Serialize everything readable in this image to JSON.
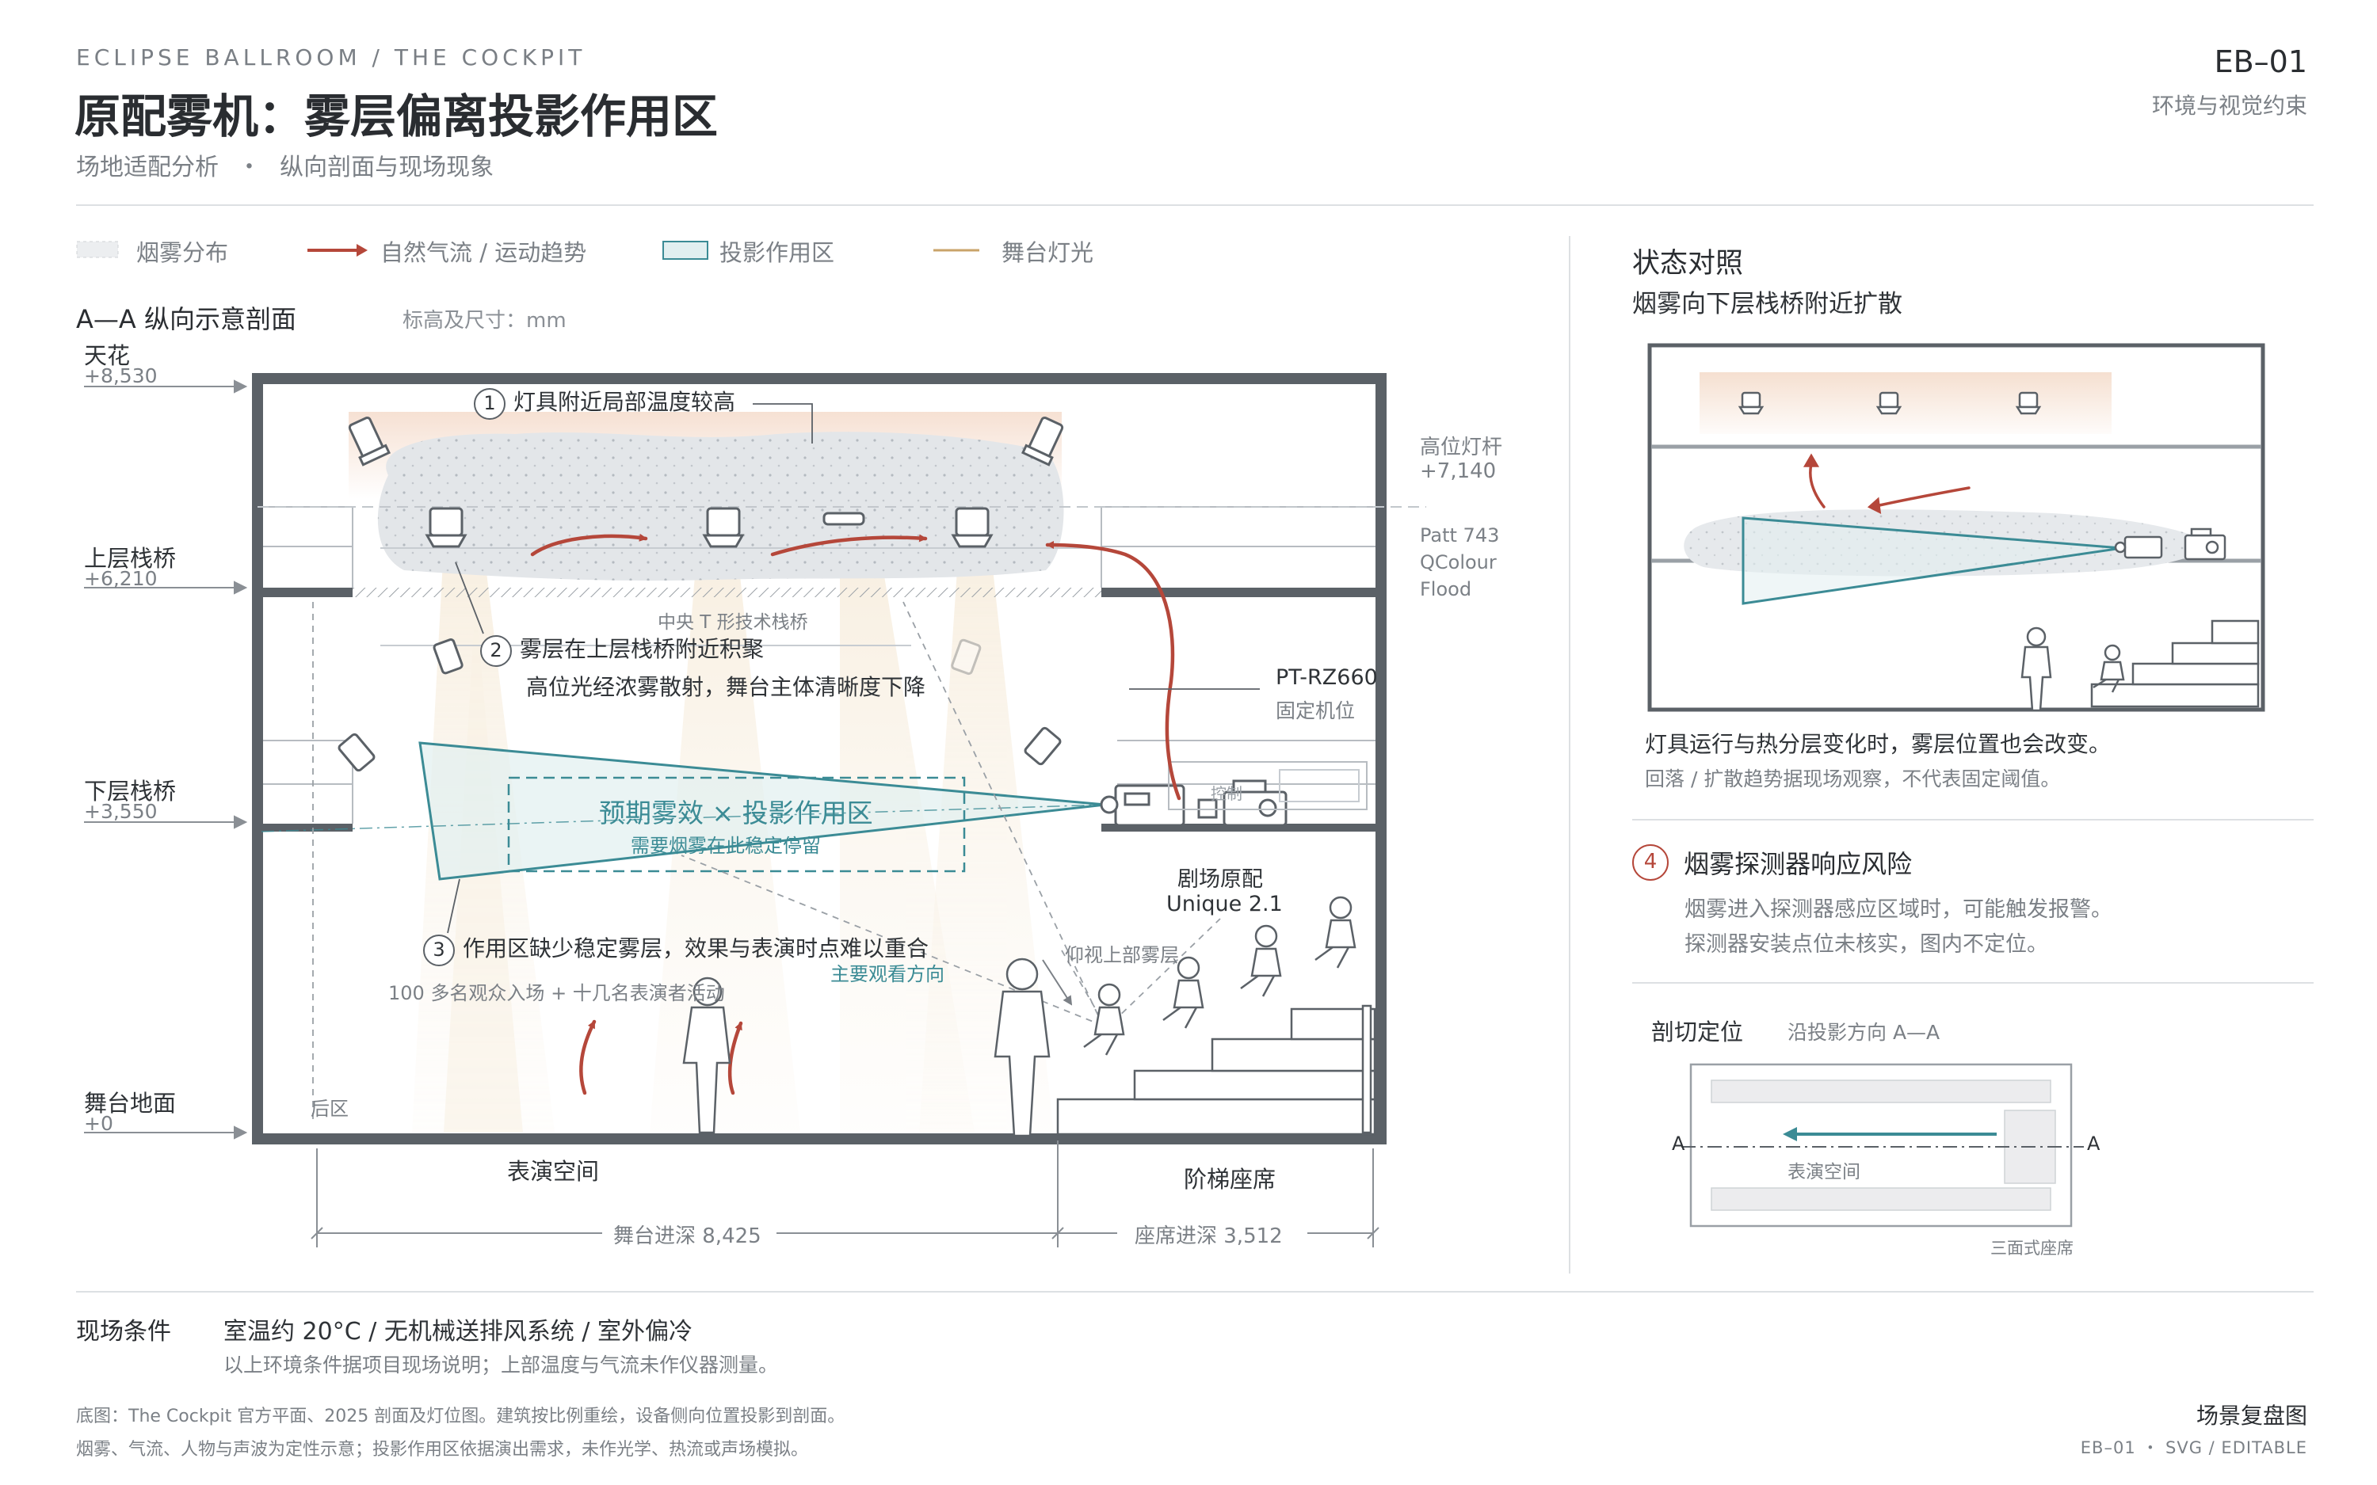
{
  "header": {
    "eyebrow": "ECLIPSE BALLROOM / THE COCKPIT",
    "title": "原配雾机：雾层偏离投影作用区",
    "subtitle_a": "场地适配分析",
    "subtitle_sep": "・",
    "subtitle_b": "纵向剖面与现场现象",
    "code": "EB–01",
    "category": "环境与视觉约束"
  },
  "legend": {
    "items": [
      {
        "icon": "smoke-swatch-icon",
        "label": "烟雾分布"
      },
      {
        "icon": "airflow-arrow-icon",
        "label": "自然气流 / 运动趋势"
      },
      {
        "icon": "projection-zone-swatch-icon",
        "label": "投影作用区"
      },
      {
        "icon": "stage-light-line-icon",
        "label": "舞台灯光"
      }
    ]
  },
  "section": {
    "title": "A—A 纵向示意剖面",
    "unit_note": "标高及尺寸：mm",
    "levels": [
      {
        "name": "天花",
        "value": "+8,530"
      },
      {
        "name": "上层栈桥",
        "value": "+6,210"
      },
      {
        "name": "下层栈桥",
        "value": "+3,550"
      },
      {
        "name": "舞台地面",
        "value": "+0"
      }
    ],
    "right_labels": {
      "pipe_name": "高位灯杆",
      "pipe_value": "+7,140",
      "fixture_1": "Patt 743",
      "fixture_2": "QColour",
      "fixture_3": "Flood",
      "projector_model": "PT-RZ660",
      "projector_note": "固定机位",
      "fogger_name": "剧场原配",
      "fogger_model": "Unique 2.1",
      "fogger_tag": "控制"
    },
    "callouts": [
      {
        "num": "1",
        "text": "灯具附近局部温度较高"
      },
      {
        "num": "2",
        "text": "雾层在上层栈桥附近积聚",
        "detail": "高位光经浓雾散射，舞台主体清晰度下降"
      },
      {
        "num": "3",
        "text": "作用区缺少稳定雾层，效果与表演时点难以重合"
      }
    ],
    "labels": {
      "tbridge": "中央 T 形技术栈桥",
      "zone_title": "预期雾效 × 投影作用区",
      "zone_sub": "需要烟雾在此稳定停留",
      "view_dir": "主要观看方向",
      "look_up": "仰视上部雾层",
      "crowd": "100 多名观众入场 + 十几名表演者活动",
      "back_area": "后区",
      "perf_space": "表演空间",
      "seating": "阶梯座席",
      "stage_depth": "舞台进深 8,425",
      "seat_depth": "座席进深 3,512"
    }
  },
  "right_panel": {
    "title": "状态对照",
    "subtitle": "烟雾向下层栈桥附近扩散",
    "note_main": "灯具运行与热分层变化时，雾层位置也会改变。",
    "note_sub": "回落 / 扩散趋势据现场观察，不代表固定阈值。",
    "risk_num": "4",
    "risk_title": "烟雾探测器响应风险",
    "risk_line1": "烟雾进入探测器感应区域时，可能触发报警。",
    "risk_line2": "探测器安装点位未核实，图内不定位。",
    "cut_title": "剖切定位",
    "cut_sub": "沿投影方向 A—A",
    "cut_a_left": "A",
    "cut_a_right": "A",
    "cut_space": "表演空间",
    "cut_seats": "三面式座席"
  },
  "conditions": {
    "label": "现场条件",
    "line1": "室温约 20°C / 无机械送排风系统 / 室外偏冷",
    "line2": "以上环境条件据项目现场说明；上部温度与气流未作仪器测量。"
  },
  "footer": {
    "note1": "底图：The Cockpit 官方平面、2025 剖面及灯位图。建筑按比例重绘，设备侧向位置投影到剖面。",
    "note2": "烟雾、气流、人物与声波为定性示意；投影作用区依据演出需求，未作光学、热流或声场模拟。",
    "right_title": "场景复盘图",
    "right_meta": "EB–01 ・ SVG / EDITABLE"
  },
  "colors": {
    "ink": "#2f3337",
    "wall": "#5b6167",
    "airflow_red": "#b5473a",
    "projection_teal": "#3b8b95",
    "projection_fill": "#e1eff0",
    "smoke_fill": "#e3e6e9",
    "light_beam": "#c9a36a",
    "divider": "#dde0e3"
  }
}
